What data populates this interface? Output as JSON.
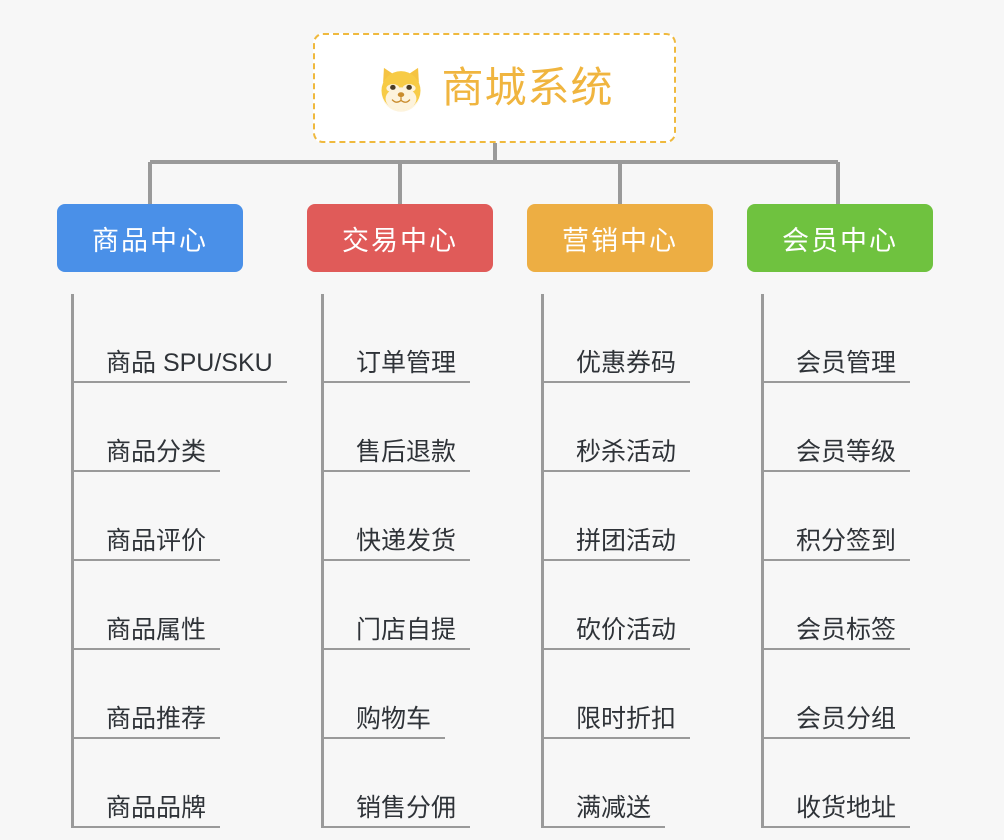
{
  "page": {
    "background_color": "#f7f7f7",
    "line_color": "#9a9a9a"
  },
  "root": {
    "title": "商城系统",
    "icon": "shiba-dog-face-emoji",
    "text_color": "#f0b53f",
    "border_color": "#efb93e",
    "background_color": "#ffffff"
  },
  "branches": [
    {
      "title": "商品中心",
      "color": "#4a90e8",
      "items": [
        "商品 SPU/SKU",
        "商品分类",
        "商品评价",
        "商品属性",
        "商品推荐",
        "商品品牌"
      ]
    },
    {
      "title": "交易中心",
      "color": "#e05b59",
      "items": [
        "订单管理",
        "售后退款",
        "快递发货",
        "门店自提",
        "购物车",
        "销售分佣"
      ]
    },
    {
      "title": "营销中心",
      "color": "#edae43",
      "items": [
        "优惠券码",
        "秒杀活动",
        "拼团活动",
        "砍价活动",
        "限时折扣",
        "满减送"
      ]
    },
    {
      "title": "会员中心",
      "color": "#6fc23f",
      "items": [
        "会员管理",
        "会员等级",
        "积分签到",
        "会员标签",
        "会员分组",
        "收货地址"
      ]
    }
  ]
}
